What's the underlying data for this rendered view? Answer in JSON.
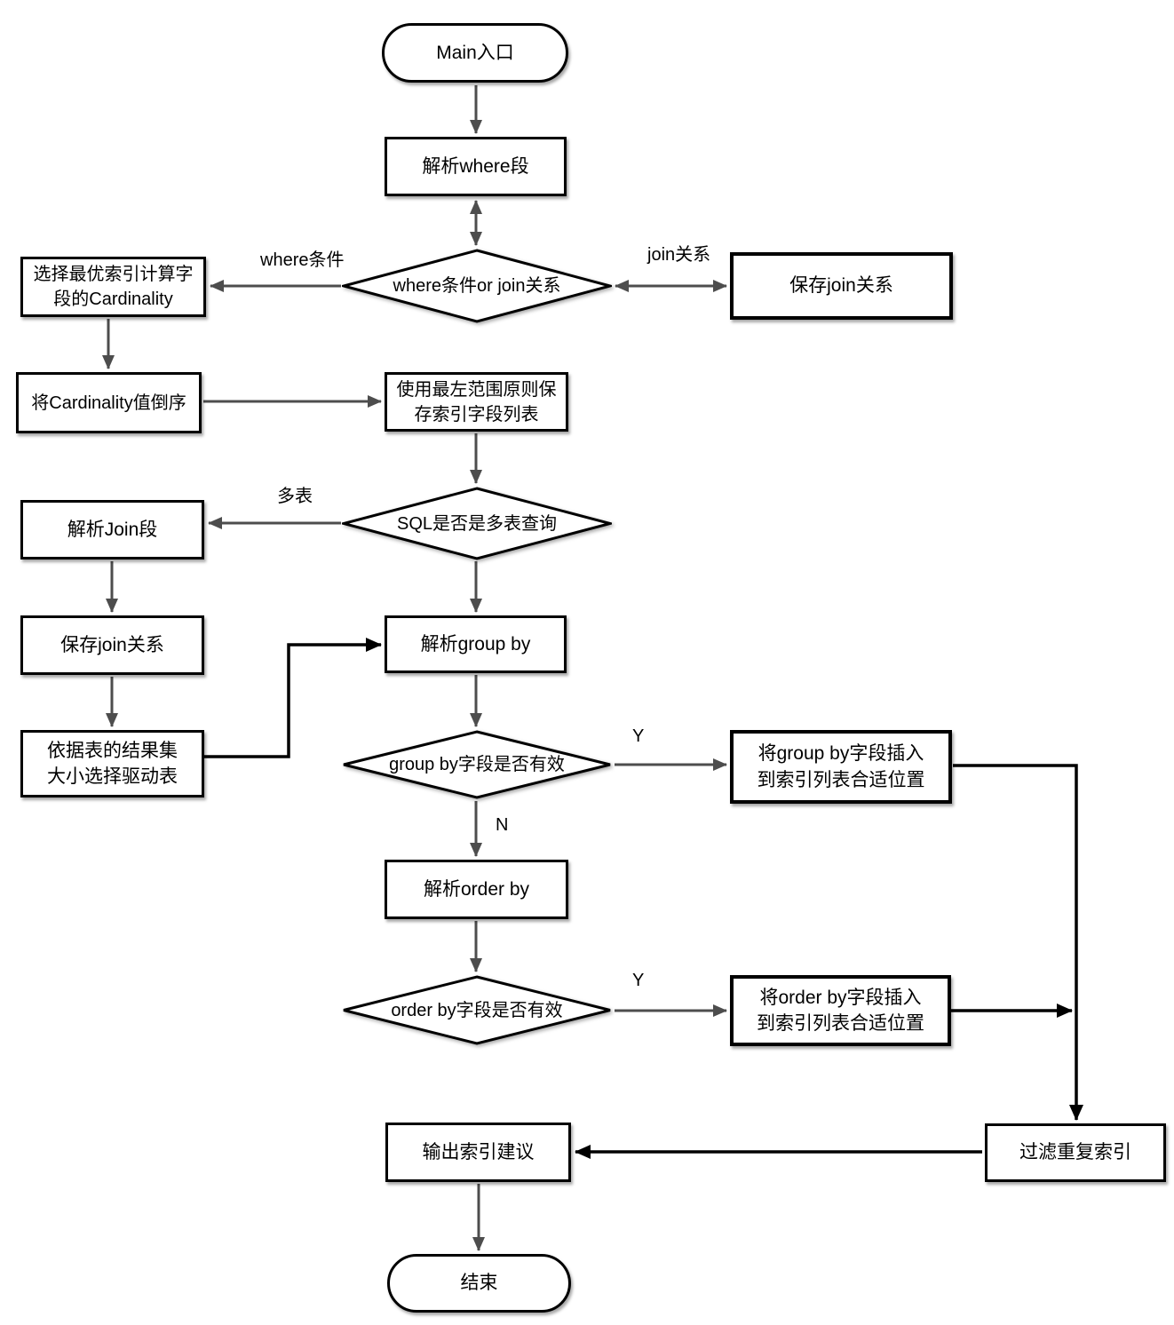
{
  "diagram": {
    "nodes": {
      "start": {
        "label": "Main入口"
      },
      "parse_where": {
        "label": "解析where段"
      },
      "where_or_join": {
        "label": "where条件or join关系"
      },
      "choose_index_cardinality": {
        "label": "选择最优索引计算字\n段的Cardinality"
      },
      "save_join_right": {
        "label": "保存join关系"
      },
      "cardinality_desc": {
        "label": "将Cardinality值倒序"
      },
      "leftmost_save": {
        "label": "使用最左范围原则保\n存索引字段列表"
      },
      "is_multi_table": {
        "label": "SQL是否是多表查询"
      },
      "parse_join": {
        "label": "解析Join段"
      },
      "save_join_left": {
        "label": "保存join关系"
      },
      "choose_driving_table": {
        "label": "依据表的结果集\n大小选择驱动表"
      },
      "parse_group_by": {
        "label": "解析group by"
      },
      "group_by_valid": {
        "label": "group by字段是否有效"
      },
      "insert_group_by": {
        "label": "将group by字段插入\n到索引列表合适位置"
      },
      "parse_order_by": {
        "label": "解析order by"
      },
      "order_by_valid": {
        "label": "order by字段是否有效"
      },
      "insert_order_by": {
        "label": "将order by字段插入\n到索引列表合适位置"
      },
      "filter_duplicate": {
        "label": "过滤重复索引"
      },
      "output_suggestion": {
        "label": "输出索引建议"
      },
      "end": {
        "label": "结束"
      }
    },
    "edge_labels": {
      "where_condition": "where条件",
      "join_relation": "join关系",
      "multi_table": "多表",
      "group_by_yes": "Y",
      "group_by_no": "N",
      "order_by_yes": "Y"
    },
    "colors": {
      "connector_gray": "#4d4d4d",
      "connector_black": "#000000",
      "node_border": "#000000",
      "node_fill": "#ffffff",
      "text": "#000000",
      "background": "#ffffff"
    }
  }
}
